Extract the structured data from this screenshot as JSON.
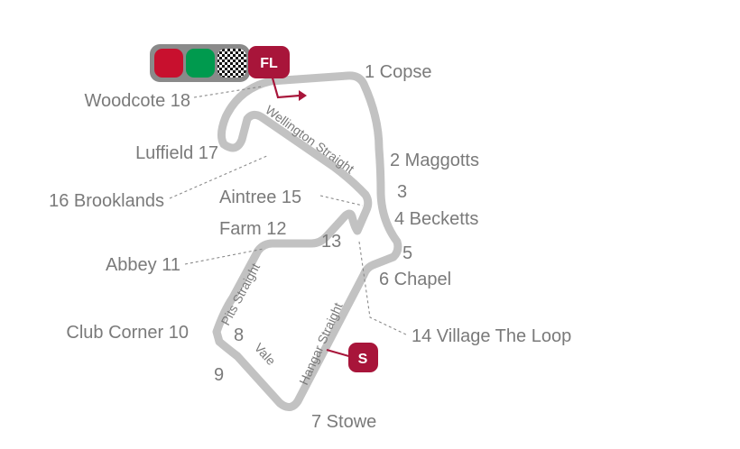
{
  "colors": {
    "track": "#c2c2c2",
    "label": "#7a7a7a",
    "marker": "#a8153a",
    "light_red": "#c8102e",
    "light_green": "#009a4e",
    "panel": "#8a8a8a"
  },
  "corners": [
    {
      "id": "copse",
      "label": "1 Copse"
    },
    {
      "id": "maggotts",
      "label": "2 Maggotts"
    },
    {
      "id": "c3",
      "label": "3"
    },
    {
      "id": "becketts",
      "label": "4 Becketts"
    },
    {
      "id": "c5",
      "label": "5"
    },
    {
      "id": "chapel",
      "label": "6 Chapel"
    },
    {
      "id": "stowe",
      "label": "7 Stowe"
    },
    {
      "id": "c8",
      "label": "8"
    },
    {
      "id": "c9",
      "label": "9"
    },
    {
      "id": "club",
      "label": "Club Corner 10"
    },
    {
      "id": "abbey",
      "label": "Abbey 11"
    },
    {
      "id": "farm",
      "label": "Farm 12"
    },
    {
      "id": "c13",
      "label": "13"
    },
    {
      "id": "village",
      "label": "14 Village The Loop"
    },
    {
      "id": "aintree",
      "label": "Aintree 15"
    },
    {
      "id": "brooklands",
      "label": "16 Brooklands"
    },
    {
      "id": "luffield",
      "label": "Luffield 17"
    },
    {
      "id": "woodcote",
      "label": "Woodcote 18"
    }
  ],
  "straights": [
    {
      "id": "wellington",
      "label": "Wellington Straight"
    },
    {
      "id": "pits",
      "label": "Pits Straight"
    },
    {
      "id": "hangar",
      "label": "Hangar Straight"
    },
    {
      "id": "vale",
      "label": "Vale"
    }
  ],
  "markers": {
    "fastest_lap": "FL",
    "sector": "S"
  },
  "lights": [
    "red",
    "green",
    "checkered-flag"
  ]
}
